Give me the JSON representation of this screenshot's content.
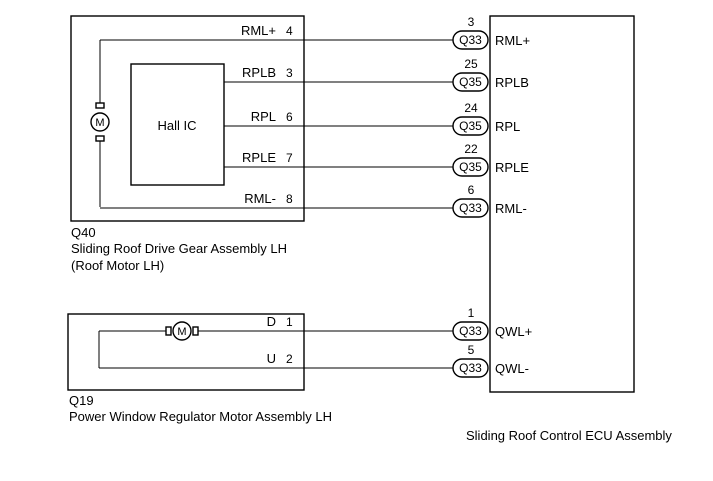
{
  "components": {
    "q40": {
      "id": "Q40",
      "name": "Sliding Roof Drive Gear Assembly LH",
      "alias": "(Roof Motor LH)",
      "hall_ic": "Hall IC",
      "motor_symbol": "M"
    },
    "q19": {
      "id": "Q19",
      "name": "Power Window Regulator Motor Assembly LH",
      "motor_symbol": "M"
    },
    "ecu": {
      "name": "Sliding Roof Control ECU Assembly"
    }
  },
  "wires": [
    {
      "left_signal": "RML+",
      "left_pin": "4",
      "ecu_pin": "3",
      "connector": "Q33",
      "ecu_signal": "RML+"
    },
    {
      "left_signal": "RPLB",
      "left_pin": "3",
      "ecu_pin": "25",
      "connector": "Q35",
      "ecu_signal": "RPLB"
    },
    {
      "left_signal": "RPL",
      "left_pin": "6",
      "ecu_pin": "24",
      "connector": "Q35",
      "ecu_signal": "RPL"
    },
    {
      "left_signal": "RPLE",
      "left_pin": "7",
      "ecu_pin": "22",
      "connector": "Q35",
      "ecu_signal": "RPLE"
    },
    {
      "left_signal": "RML-",
      "left_pin": "8",
      "ecu_pin": "6",
      "connector": "Q33",
      "ecu_signal": "RML-"
    },
    {
      "left_signal": "D",
      "left_pin": "1",
      "ecu_pin": "1",
      "connector": "Q33",
      "ecu_signal": "QWL+"
    },
    {
      "left_signal": "U",
      "left_pin": "2",
      "ecu_pin": "5",
      "connector": "Q33",
      "ecu_signal": "QWL-"
    }
  ]
}
